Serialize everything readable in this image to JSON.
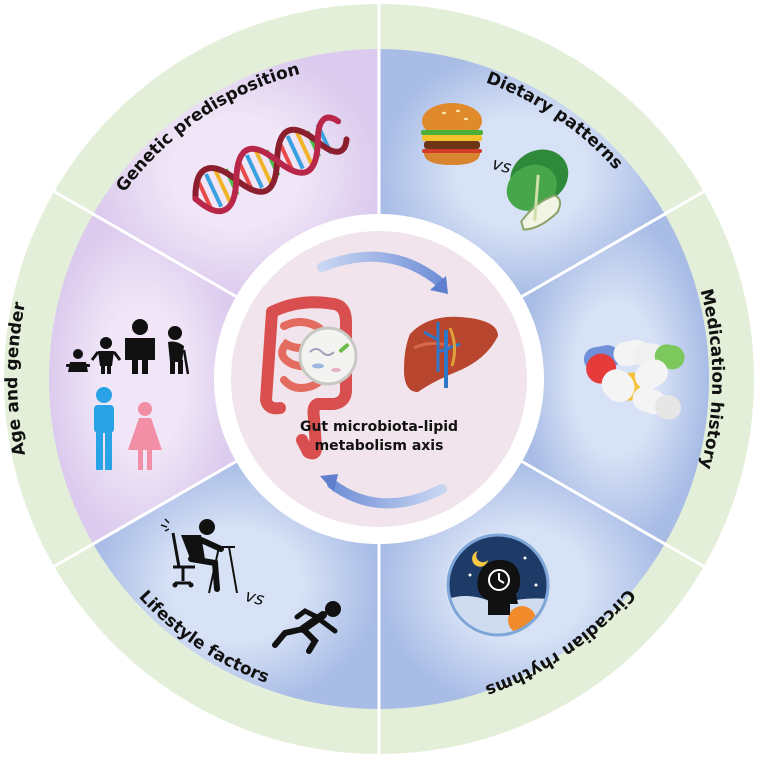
{
  "center": {
    "line1": "Gut microbiota-lipid",
    "line2": "metabolism axis"
  },
  "segments": {
    "genetic": "Genetic predisposition",
    "dietary": "Dietary patterns",
    "medication": "Medication history",
    "circadian": "Circadian rhythms",
    "lifestyle": "Lifestyle factors",
    "age_gender": "Age and gender"
  },
  "vs_dietary": "vs",
  "vs_lifestyle": "vs",
  "colors": {
    "outer_ring": "#e3efd8",
    "pink_segment": "#e7d9f1",
    "blue_segment": "#b6c6ea",
    "center_disc": "#f1e4ec",
    "arrow": "#90a8e0"
  }
}
